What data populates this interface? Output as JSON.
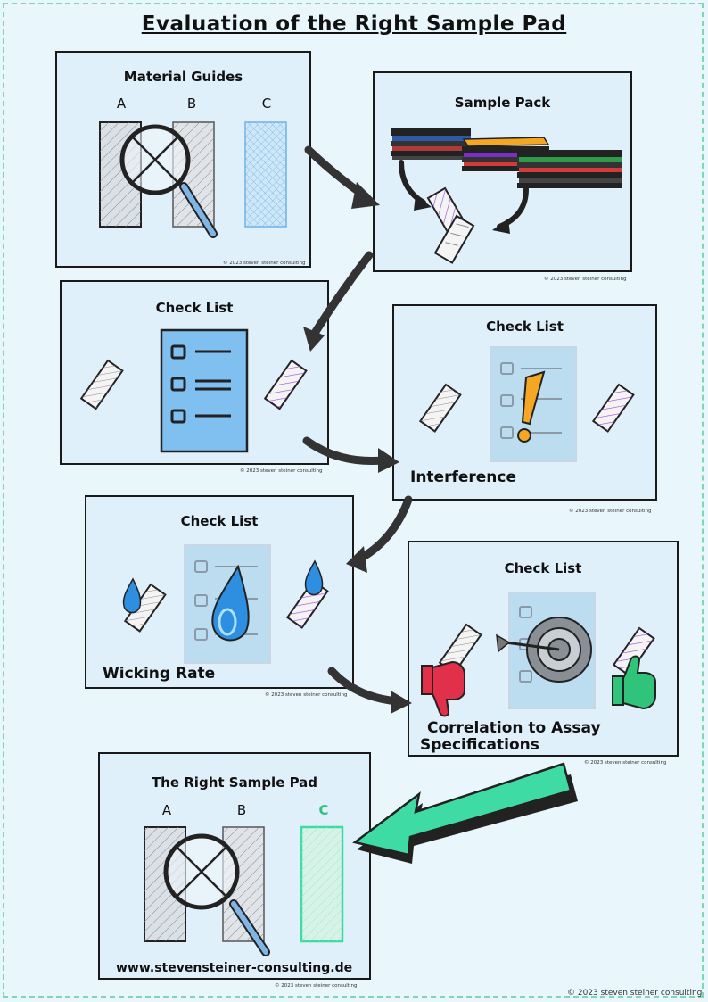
{
  "title": "Evaluation of the Right Sample Pad",
  "copyright_small": "© 2023 steven steiner consulting",
  "footer_copyright": "© 2023 steven steiner consulting",
  "panels": {
    "material_guides": {
      "title": "Material Guides",
      "labels": [
        "A",
        "B",
        "C"
      ]
    },
    "sample_pack": {
      "title": "Sample Pack"
    },
    "checklist_1": {
      "title": "Check List"
    },
    "checklist_interference": {
      "title": "Check List",
      "caption": "Interference"
    },
    "checklist_wicking": {
      "title": "Check List",
      "caption": "Wicking Rate"
    },
    "checklist_correlation": {
      "title": "Check List",
      "caption_line1": "Correlation to Assay",
      "caption_line2": "Specifications"
    },
    "right_sample_pad": {
      "title": "The Right Sample Pad",
      "labels": [
        "A",
        "B",
        "C"
      ],
      "url": "www.stevensteiner-consulting.de"
    }
  },
  "colors": {
    "accent_green": "#3fdba4",
    "purple": "#9b3fd6",
    "blue_drop": "#2e8fe0",
    "red_thumb": "#e0304a",
    "green_thumb": "#2fc47a",
    "orange": "#f5a623"
  }
}
